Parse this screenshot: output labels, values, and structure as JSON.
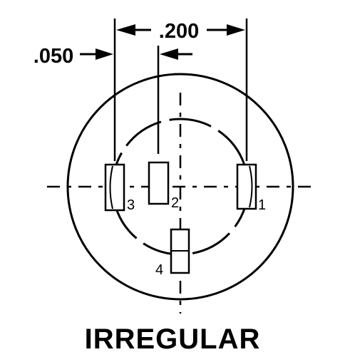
{
  "dimensions": {
    "overall_spacing": ".200",
    "offset": ".050"
  },
  "pins": [
    {
      "id": "pin-1",
      "label": "1"
    },
    {
      "id": "pin-2",
      "label": "2"
    },
    {
      "id": "pin-3",
      "label": "3"
    },
    {
      "id": "pin-4",
      "label": "4"
    }
  ],
  "caption": "IRREGULAR"
}
